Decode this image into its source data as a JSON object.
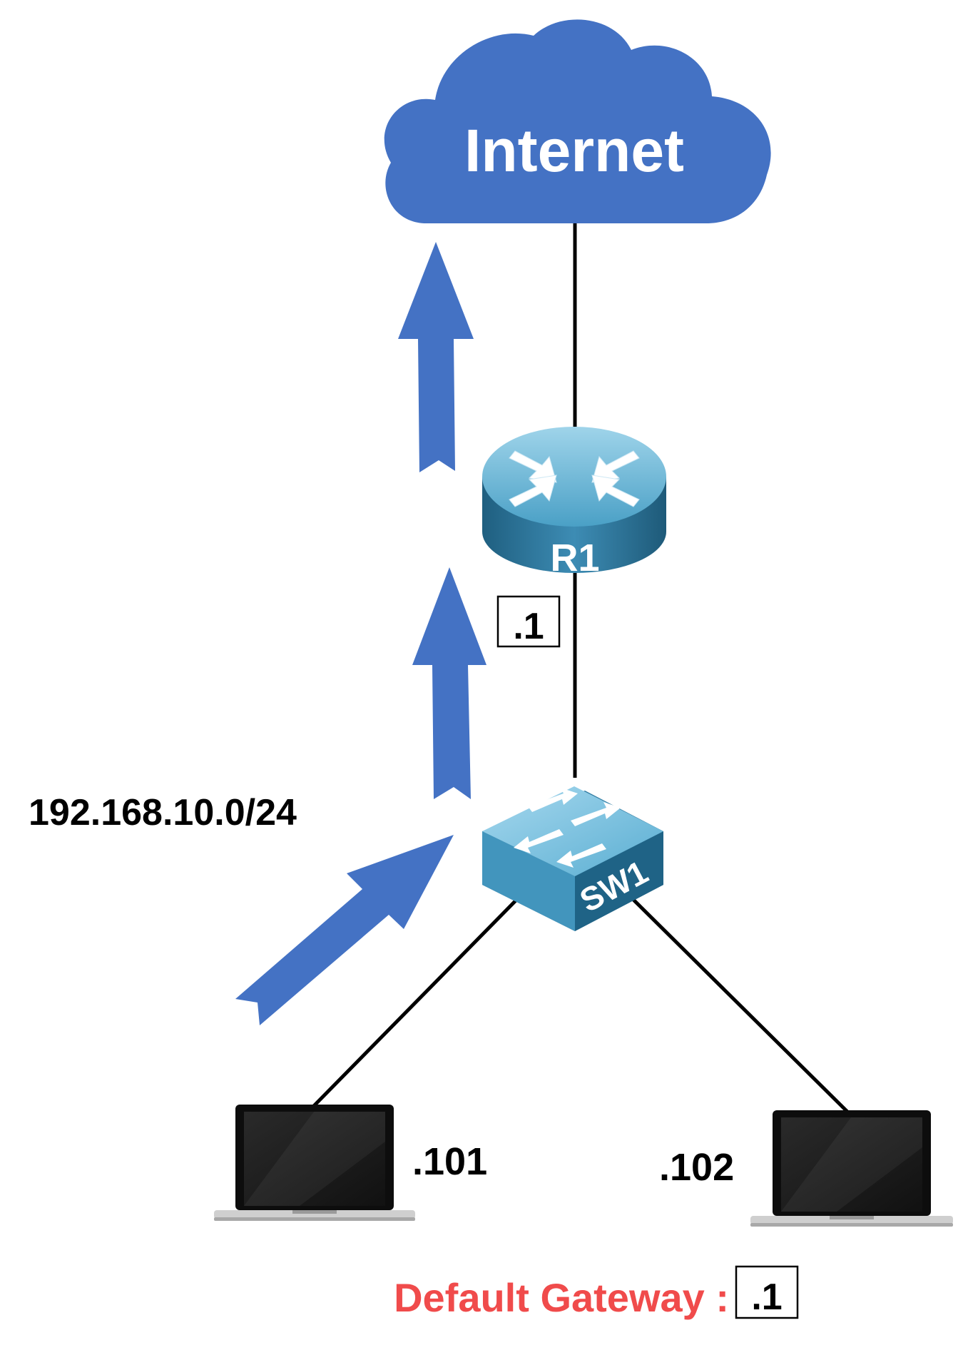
{
  "nodes": {
    "cloud": {
      "label": "Internet"
    },
    "router": {
      "label": "R1"
    },
    "switch": {
      "label": "SW1"
    },
    "laptop_left": {
      "label": ".101"
    },
    "laptop_right": {
      "label": ".102"
    }
  },
  "router_interface": {
    "label": ".1"
  },
  "subnet": {
    "label": "192.168.10.0/24"
  },
  "default_gateway": {
    "label": "Default Gateway :",
    "value": ".1"
  },
  "colors": {
    "cloud": "#4472C4",
    "arrow": "#4472C4",
    "link": "#000000",
    "gateway_text": "#F04B4B",
    "device_body": "#3E8DB3"
  },
  "icons": [
    "cloud-icon",
    "router-icon",
    "switch-icon",
    "laptop-icon",
    "up-arrow-icon"
  ]
}
